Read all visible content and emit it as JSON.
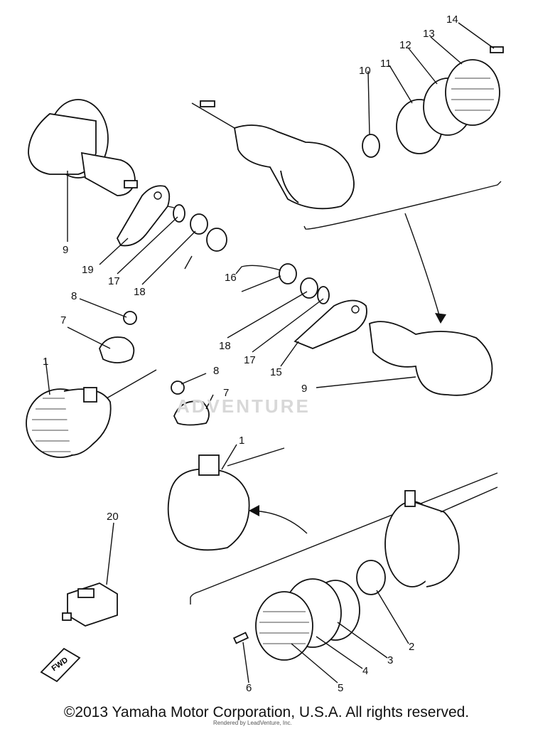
{
  "callouts": {
    "c1a": "1",
    "c1b": "1",
    "c2": "2",
    "c3": "3",
    "c4": "4",
    "c5": "5",
    "c6": "6",
    "c7a": "7",
    "c7b": "7",
    "c8a": "8",
    "c8b": "8",
    "c9a": "9",
    "c9b": "9",
    "c10": "10",
    "c11": "11",
    "c12": "12",
    "c13": "13",
    "c14": "14",
    "c15": "15",
    "c16": "16",
    "c17a": "17",
    "c17b": "17",
    "c18a": "18",
    "c18b": "18",
    "c19": "19",
    "c20": "20"
  },
  "fwd_label": "FWD",
  "watermark": "ADVENTURE",
  "copyright": "©2013 Yamaha Motor Corporation, U.S.A. All rights reserved.",
  "rendered_by": "Rendered by LeadVenture, Inc."
}
